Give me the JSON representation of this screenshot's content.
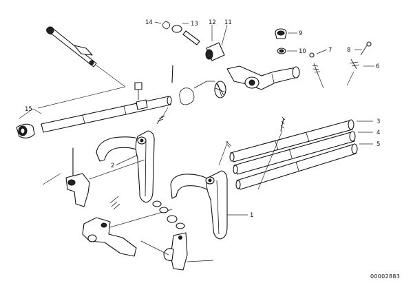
{
  "diagram": {
    "callouts": {
      "c1": "1",
      "c2": "2",
      "c3": "3",
      "c4": "4",
      "c5": "5",
      "c6": "6",
      "c7": "7",
      "c8": "8",
      "c9": "9",
      "c10": "10",
      "c11": "11",
      "c12": "12",
      "c13": "13",
      "c14": "14",
      "c15": "15"
    },
    "document_id": "00002883"
  }
}
